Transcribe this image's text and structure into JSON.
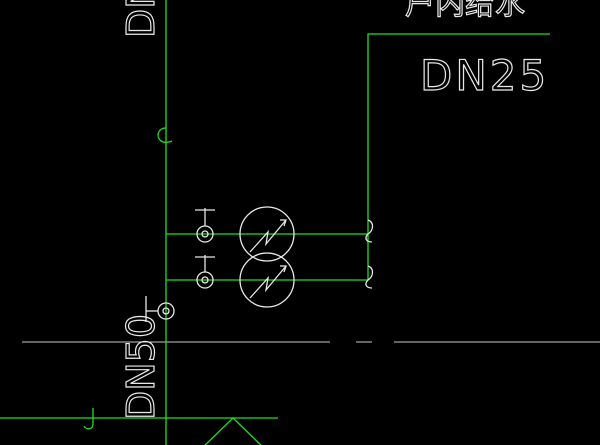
{
  "drawing": {
    "labels": {
      "branch_pipe": "DN25",
      "main_pipe_upper": "DN",
      "main_pipe_lower": "DN50",
      "partial_title": "户内给水"
    },
    "colors": {
      "background": "#000000",
      "pipe": "#22dd22",
      "symbols": "#e8e8e8"
    }
  }
}
